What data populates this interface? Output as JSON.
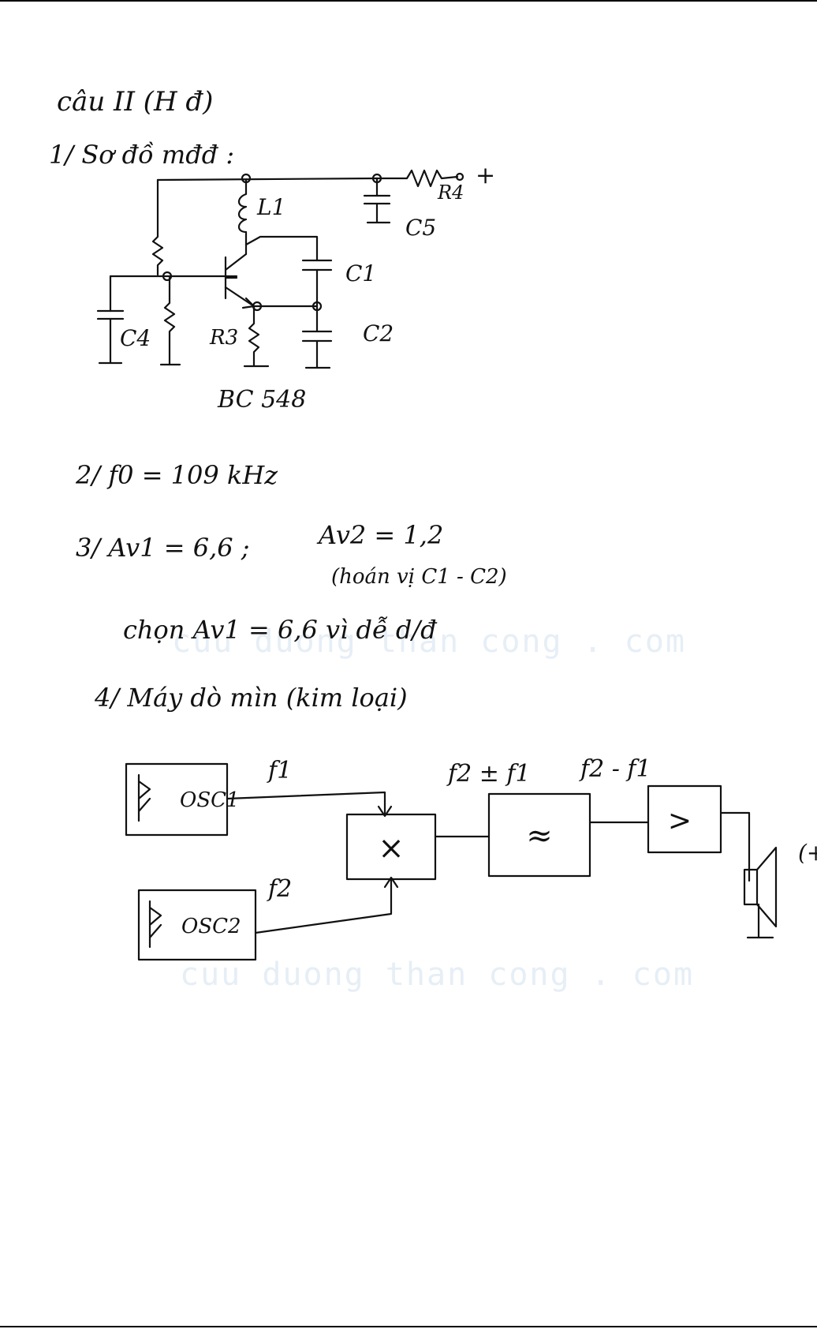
{
  "header": {
    "title": "câu II (H đ)"
  },
  "section1": {
    "label": "1/ Sơ đồ mđđ :",
    "components": {
      "r4": "R4",
      "c5": "C5",
      "l1": "L1",
      "c1": "C1",
      "c2": "C2",
      "c4": "C4",
      "r3": "R3",
      "supply": "+"
    },
    "transistor": "BC 548"
  },
  "section2": {
    "text": "2/ f0 = 109 kHz"
  },
  "section3": {
    "line1_left": "3/ Av1 = 6,6 ;",
    "line1_right": "Av2 = 1,2",
    "note": "(hoán vị C1 - C2)",
    "line2": "chọn Av1 = 6,6 vì dễ d/đ"
  },
  "section4": {
    "title": "4/ Máy dò mìn (kim loại)",
    "blocks": {
      "osc1": "OSC1",
      "osc2": "OSC2",
      "mixer": "×",
      "filter": "≈",
      "amp": ">"
    },
    "signals": {
      "f1": "f1",
      "f2": "f2",
      "sum": "f2 ± f1",
      "diff": "f2 - f1"
    },
    "speaker_label": "(+"
  },
  "watermark": {
    "top": "cuu duong than cong . com",
    "bottom": "cuu duong than cong . com"
  }
}
